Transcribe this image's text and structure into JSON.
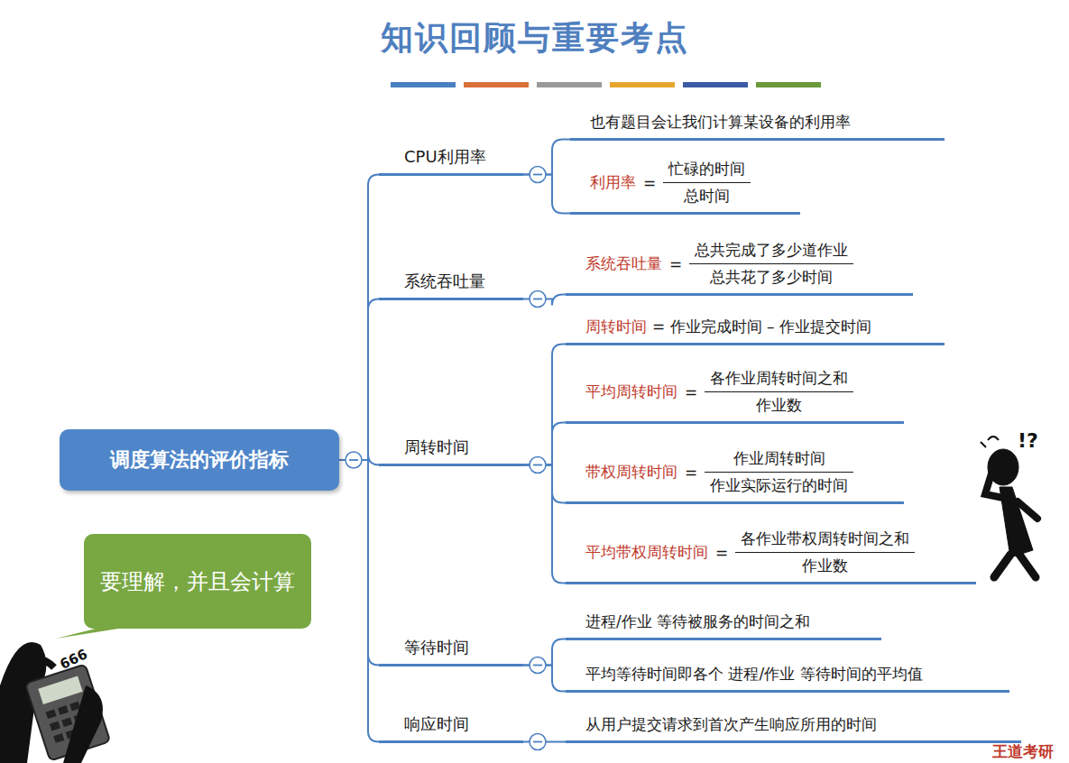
{
  "diagram": {
    "title": "知识回顾与重要考点",
    "nodes": [
      {
        "text": [
          "调度算法的评价指标"
        ]
      },
      {
        "text": [
          "CPU利用率"
        ]
      },
      {
        "text": [
          "也有题目会让我们计算某设备的利用率"
        ]
      },
      {
        "text": [
          "利用率",
          "=",
          "忙碌的时间",
          "总时间"
        ]
      },
      {
        "text": [
          "系统吞吐量"
        ]
      },
      {
        "text": [
          "系统吞吐量",
          "=",
          "总共完成了多少道作业",
          "总共花了多少时间"
        ]
      },
      {
        "text": [
          "周转时间"
        ]
      },
      {
        "text": [
          "周转时间",
          "= 作业完成时间 – 作业提交时间"
        ]
      },
      {
        "text": [
          "平均周转时间",
          "=",
          "各作业周转时间之和",
          "作业数"
        ]
      },
      {
        "text": [
          "带权周转时间",
          "=",
          "作业周转时间",
          "作业实际运行的时间"
        ]
      },
      {
        "text": [
          "平均带权周转时间",
          "=",
          "各作业带权周转时间之和",
          "作业数"
        ]
      },
      {
        "text": [
          "等待时间"
        ]
      },
      {
        "text": [
          "进程/作业 等待被服务的时间之和"
        ]
      },
      {
        "text": [
          "平均等待时间即各个 进程/作业 等待时间的平均值"
        ]
      },
      {
        "text": [
          "响应时间"
        ]
      },
      {
        "text": [
          "从用户提交请求到首次产生响应所用的时间"
        ]
      },
      {
        "text": [
          "要理解，并且会计算"
        ]
      }
    ],
    "edges": [
      {
        "from": 0,
        "to": 1,
        "arrow": "none"
      },
      {
        "from": 0,
        "to": 4,
        "arrow": "none"
      },
      {
        "from": 0,
        "to": 6,
        "arrow": "none"
      },
      {
        "from": 0,
        "to": 11,
        "arrow": "none"
      },
      {
        "from": 0,
        "to": 14,
        "arrow": "none"
      },
      {
        "from": 1,
        "to": 2,
        "arrow": "none"
      },
      {
        "from": 1,
        "to": 3,
        "arrow": "none"
      },
      {
        "from": 4,
        "to": 5,
        "arrow": "none"
      },
      {
        "from": 6,
        "to": 7,
        "arrow": "none"
      },
      {
        "from": 6,
        "to": 8,
        "arrow": "none"
      },
      {
        "from": 6,
        "to": 9,
        "arrow": "none"
      },
      {
        "from": 6,
        "to": 10,
        "arrow": "none"
      },
      {
        "from": 11,
        "to": 12,
        "arrow": "none"
      },
      {
        "from": 11,
        "to": 13,
        "arrow": "none"
      },
      {
        "from": 14,
        "to": 15,
        "arrow": "none"
      }
    ],
    "labels": [
      "!?",
      "666",
      "王道考研"
    ]
  }
}
